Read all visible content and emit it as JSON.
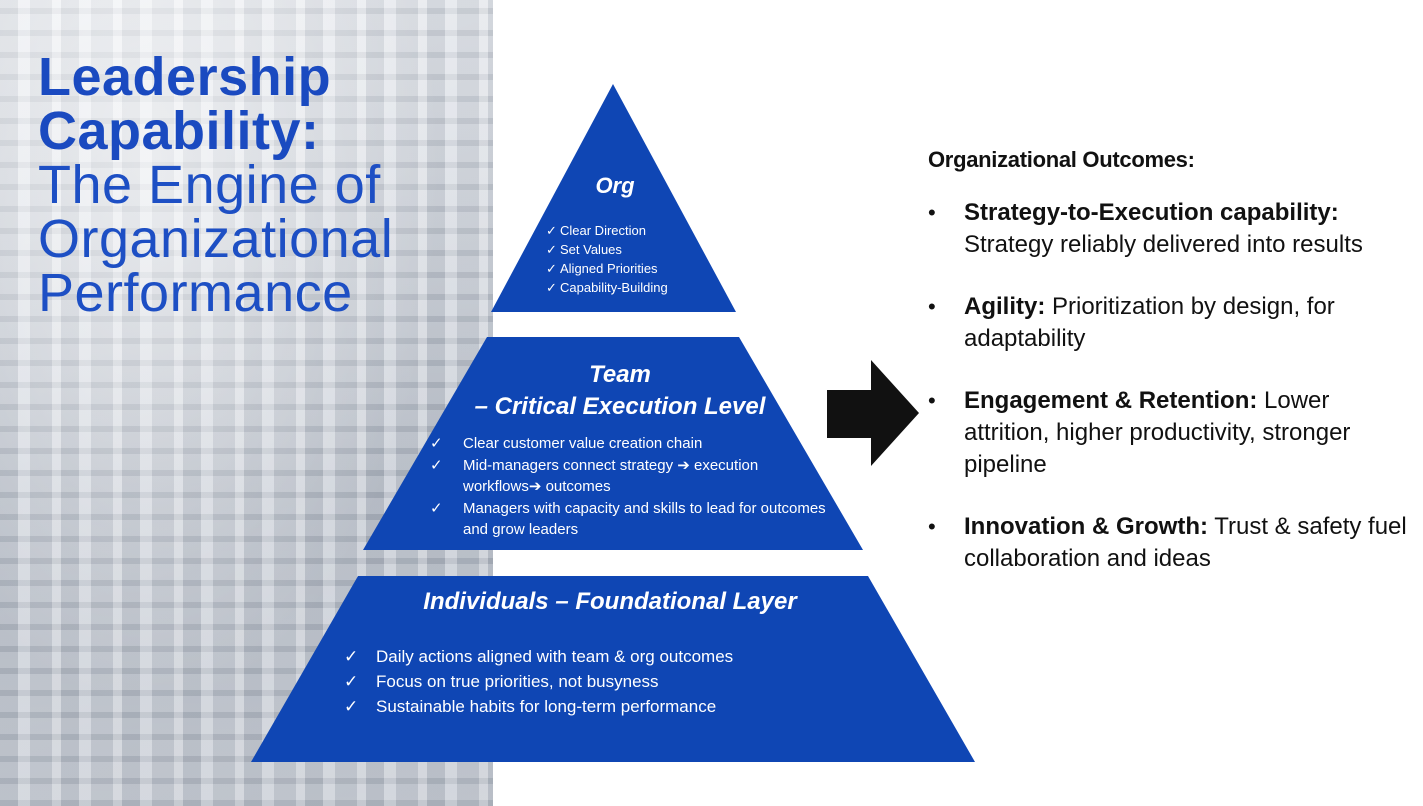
{
  "title": {
    "line1": "Leadership",
    "line2": "Capability:",
    "line3": "The Engine of",
    "line4": "Organizational",
    "line5": "Performance"
  },
  "pyramid": {
    "org": {
      "title": "Org",
      "check": "✓",
      "items": [
        "Clear Direction",
        "Set Values",
        "Aligned Priorities",
        "Capability-Building"
      ]
    },
    "team": {
      "title_line1": "Team",
      "title_line2": "– Critical Execution Level",
      "check": "✓",
      "items": [
        "Clear customer value creation chain",
        "Mid-managers connect strategy ➔ execution workflows➔ outcomes",
        "Managers with capacity and skills to lead for outcomes and grow leaders"
      ]
    },
    "individuals": {
      "title": "Individuals – Foundational Layer",
      "check": "✓",
      "items": [
        "Daily actions aligned with team & org outcomes",
        "Focus on true priorities, not busyness",
        "Sustainable habits for long-term performance"
      ]
    }
  },
  "outcomes": {
    "heading": "Organizational Outcomes:",
    "bullet": "•",
    "items": [
      {
        "lead": "Strategy-to-Execution capability:",
        "text": " Strategy reliably delivered into results"
      },
      {
        "lead": "Agility:",
        "text": " Prioritization by design, for adaptability"
      },
      {
        "lead": "Engagement & Retention:",
        "text": " Lower attrition, higher productivity, stronger pipeline"
      },
      {
        "lead": "Innovation & Growth:",
        "text": " Trust & safety fuel collaboration and ideas"
      }
    ]
  },
  "colors": {
    "title_blue": "#1a4ac0",
    "pyramid_blue": "#0f46b4",
    "arrow": "#111111"
  }
}
